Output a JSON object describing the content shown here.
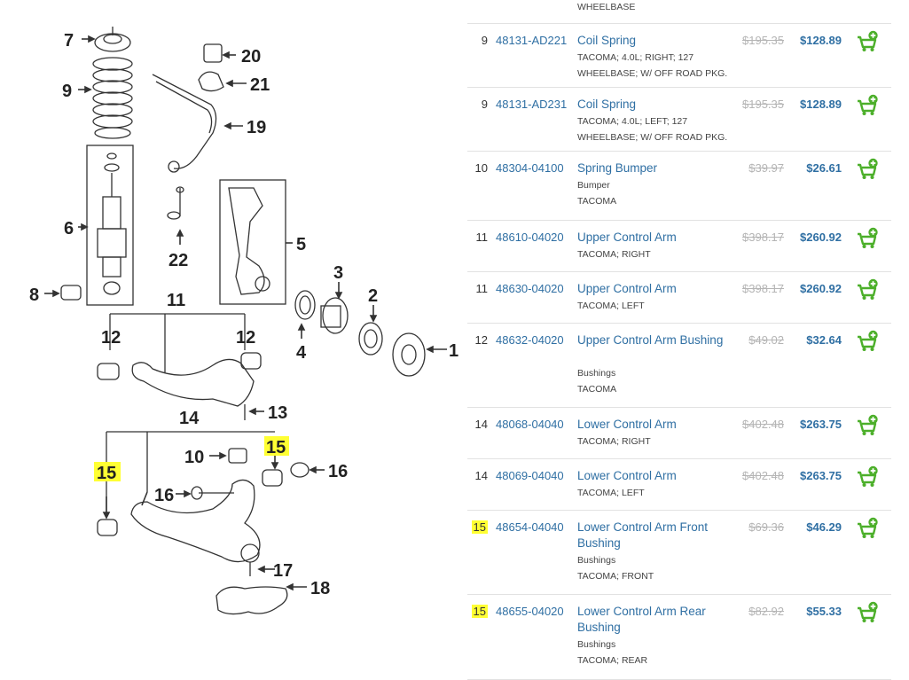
{
  "diagram": {
    "labels": [
      "7",
      "9",
      "6",
      "8",
      "20",
      "21",
      "19",
      "22",
      "5",
      "3",
      "2",
      "4",
      "1",
      "11",
      "12",
      "12",
      "13",
      "14",
      "15",
      "15",
      "10",
      "16",
      "16",
      "17",
      "18"
    ]
  },
  "parts": {
    "top_fragment": "WHEELBASE",
    "rows": [
      {
        "num": "9",
        "part_no": "48131-AD221",
        "name": "Coil Spring",
        "desc": [
          "TACOMA; 4.0L; RIGHT; 127",
          "WHEELBASE; W/ OFF ROAD PKG."
        ],
        "old_price": "$195.35",
        "price": "$128.89",
        "highlight": false
      },
      {
        "num": "9",
        "part_no": "48131-AD231",
        "name": "Coil Spring",
        "desc": [
          "TACOMA; 4.0L; LEFT; 127",
          "WHEELBASE; W/ OFF ROAD PKG."
        ],
        "old_price": "$195.35",
        "price": "$128.89",
        "highlight": false
      },
      {
        "num": "10",
        "part_no": "48304-04100",
        "name": "Spring Bumper",
        "desc": [
          "Bumper",
          "TACOMA"
        ],
        "old_price": "$39.97",
        "price": "$26.61",
        "highlight": false
      },
      {
        "num": "11",
        "part_no": "48610-04020",
        "name": "Upper Control Arm",
        "desc": [
          "TACOMA; RIGHT"
        ],
        "old_price": "$398.17",
        "price": "$260.92",
        "highlight": false
      },
      {
        "num": "11",
        "part_no": "48630-04020",
        "name": "Upper Control Arm",
        "desc": [
          "TACOMA; LEFT"
        ],
        "old_price": "$398.17",
        "price": "$260.92",
        "highlight": false
      },
      {
        "num": "12",
        "part_no": "48632-04020",
        "name": "Upper Control Arm Bushing",
        "desc": [
          "Bushings",
          "TACOMA"
        ],
        "old_price": "$49.02",
        "price": "$32.64",
        "highlight": false
      },
      {
        "num": "14",
        "part_no": "48068-04040",
        "name": "Lower Control Arm",
        "desc": [
          "TACOMA; RIGHT"
        ],
        "old_price": "$402.48",
        "price": "$263.75",
        "highlight": false
      },
      {
        "num": "14",
        "part_no": "48069-04040",
        "name": "Lower Control Arm",
        "desc": [
          "TACOMA; LEFT"
        ],
        "old_price": "$402.48",
        "price": "$263.75",
        "highlight": false
      },
      {
        "num": "15",
        "part_no": "48654-04040",
        "name": "Lower Control Arm Front Bushing",
        "desc": [
          "Bushings",
          "TACOMA; FRONT"
        ],
        "old_price": "$69.36",
        "price": "$46.29",
        "highlight": true
      },
      {
        "num": "15",
        "part_no": "48655-04020",
        "name": "Lower Control Arm Rear Bushing",
        "desc": [
          "Bushings",
          "TACOMA; REAR"
        ],
        "old_price": "$82.92",
        "price": "$55.33",
        "highlight": true
      }
    ],
    "cart_icon": "add-to-cart-icon",
    "colors": {
      "link": "#2f6fa3",
      "cart": "#4caf2a",
      "highlight": "#ffff33",
      "strike": "#b5b5b5"
    }
  }
}
